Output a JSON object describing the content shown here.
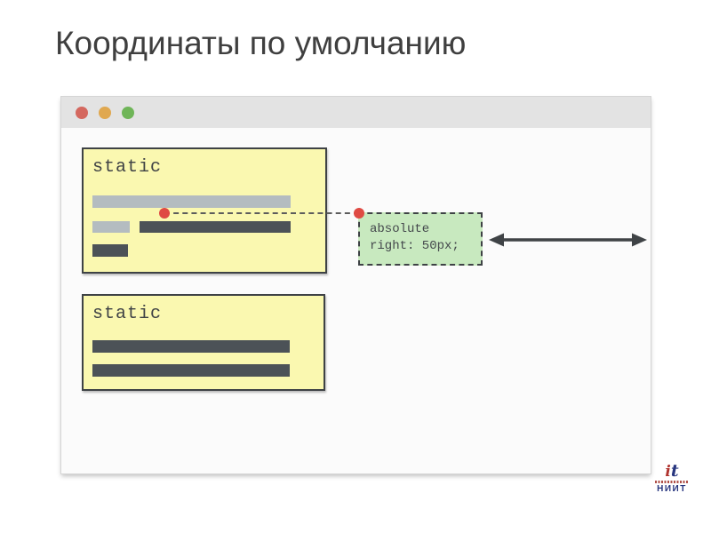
{
  "slide": {
    "title": "Координаты по умолчанию"
  },
  "window": {
    "traffic_lights": [
      {
        "name": "close",
        "color": "#D4685F"
      },
      {
        "name": "minimize",
        "color": "#E0A850"
      },
      {
        "name": "maximize",
        "color": "#6FB558"
      }
    ],
    "static_box_1": {
      "label": "static"
    },
    "static_box_2": {
      "label": "static"
    },
    "absolute_box": {
      "line1": "absolute",
      "line2": "right: 50px;"
    }
  },
  "logo": {
    "script_i": "i",
    "script_t": "t",
    "caption": "НИИТ"
  },
  "colors": {
    "yellow_box": "#FAF8B0",
    "green_box": "#C8E9BF",
    "dark_bar": "#4C5257",
    "light_bar": "#B4BCC0",
    "red_marker": "#DF4A43",
    "titlebar": "#E3E3E3",
    "window_body": "#FBFBFB",
    "title_text": "#3F3F3F",
    "arrow": "#3F4346",
    "logo_blue": "#27357F",
    "logo_red": "#B0342F"
  }
}
